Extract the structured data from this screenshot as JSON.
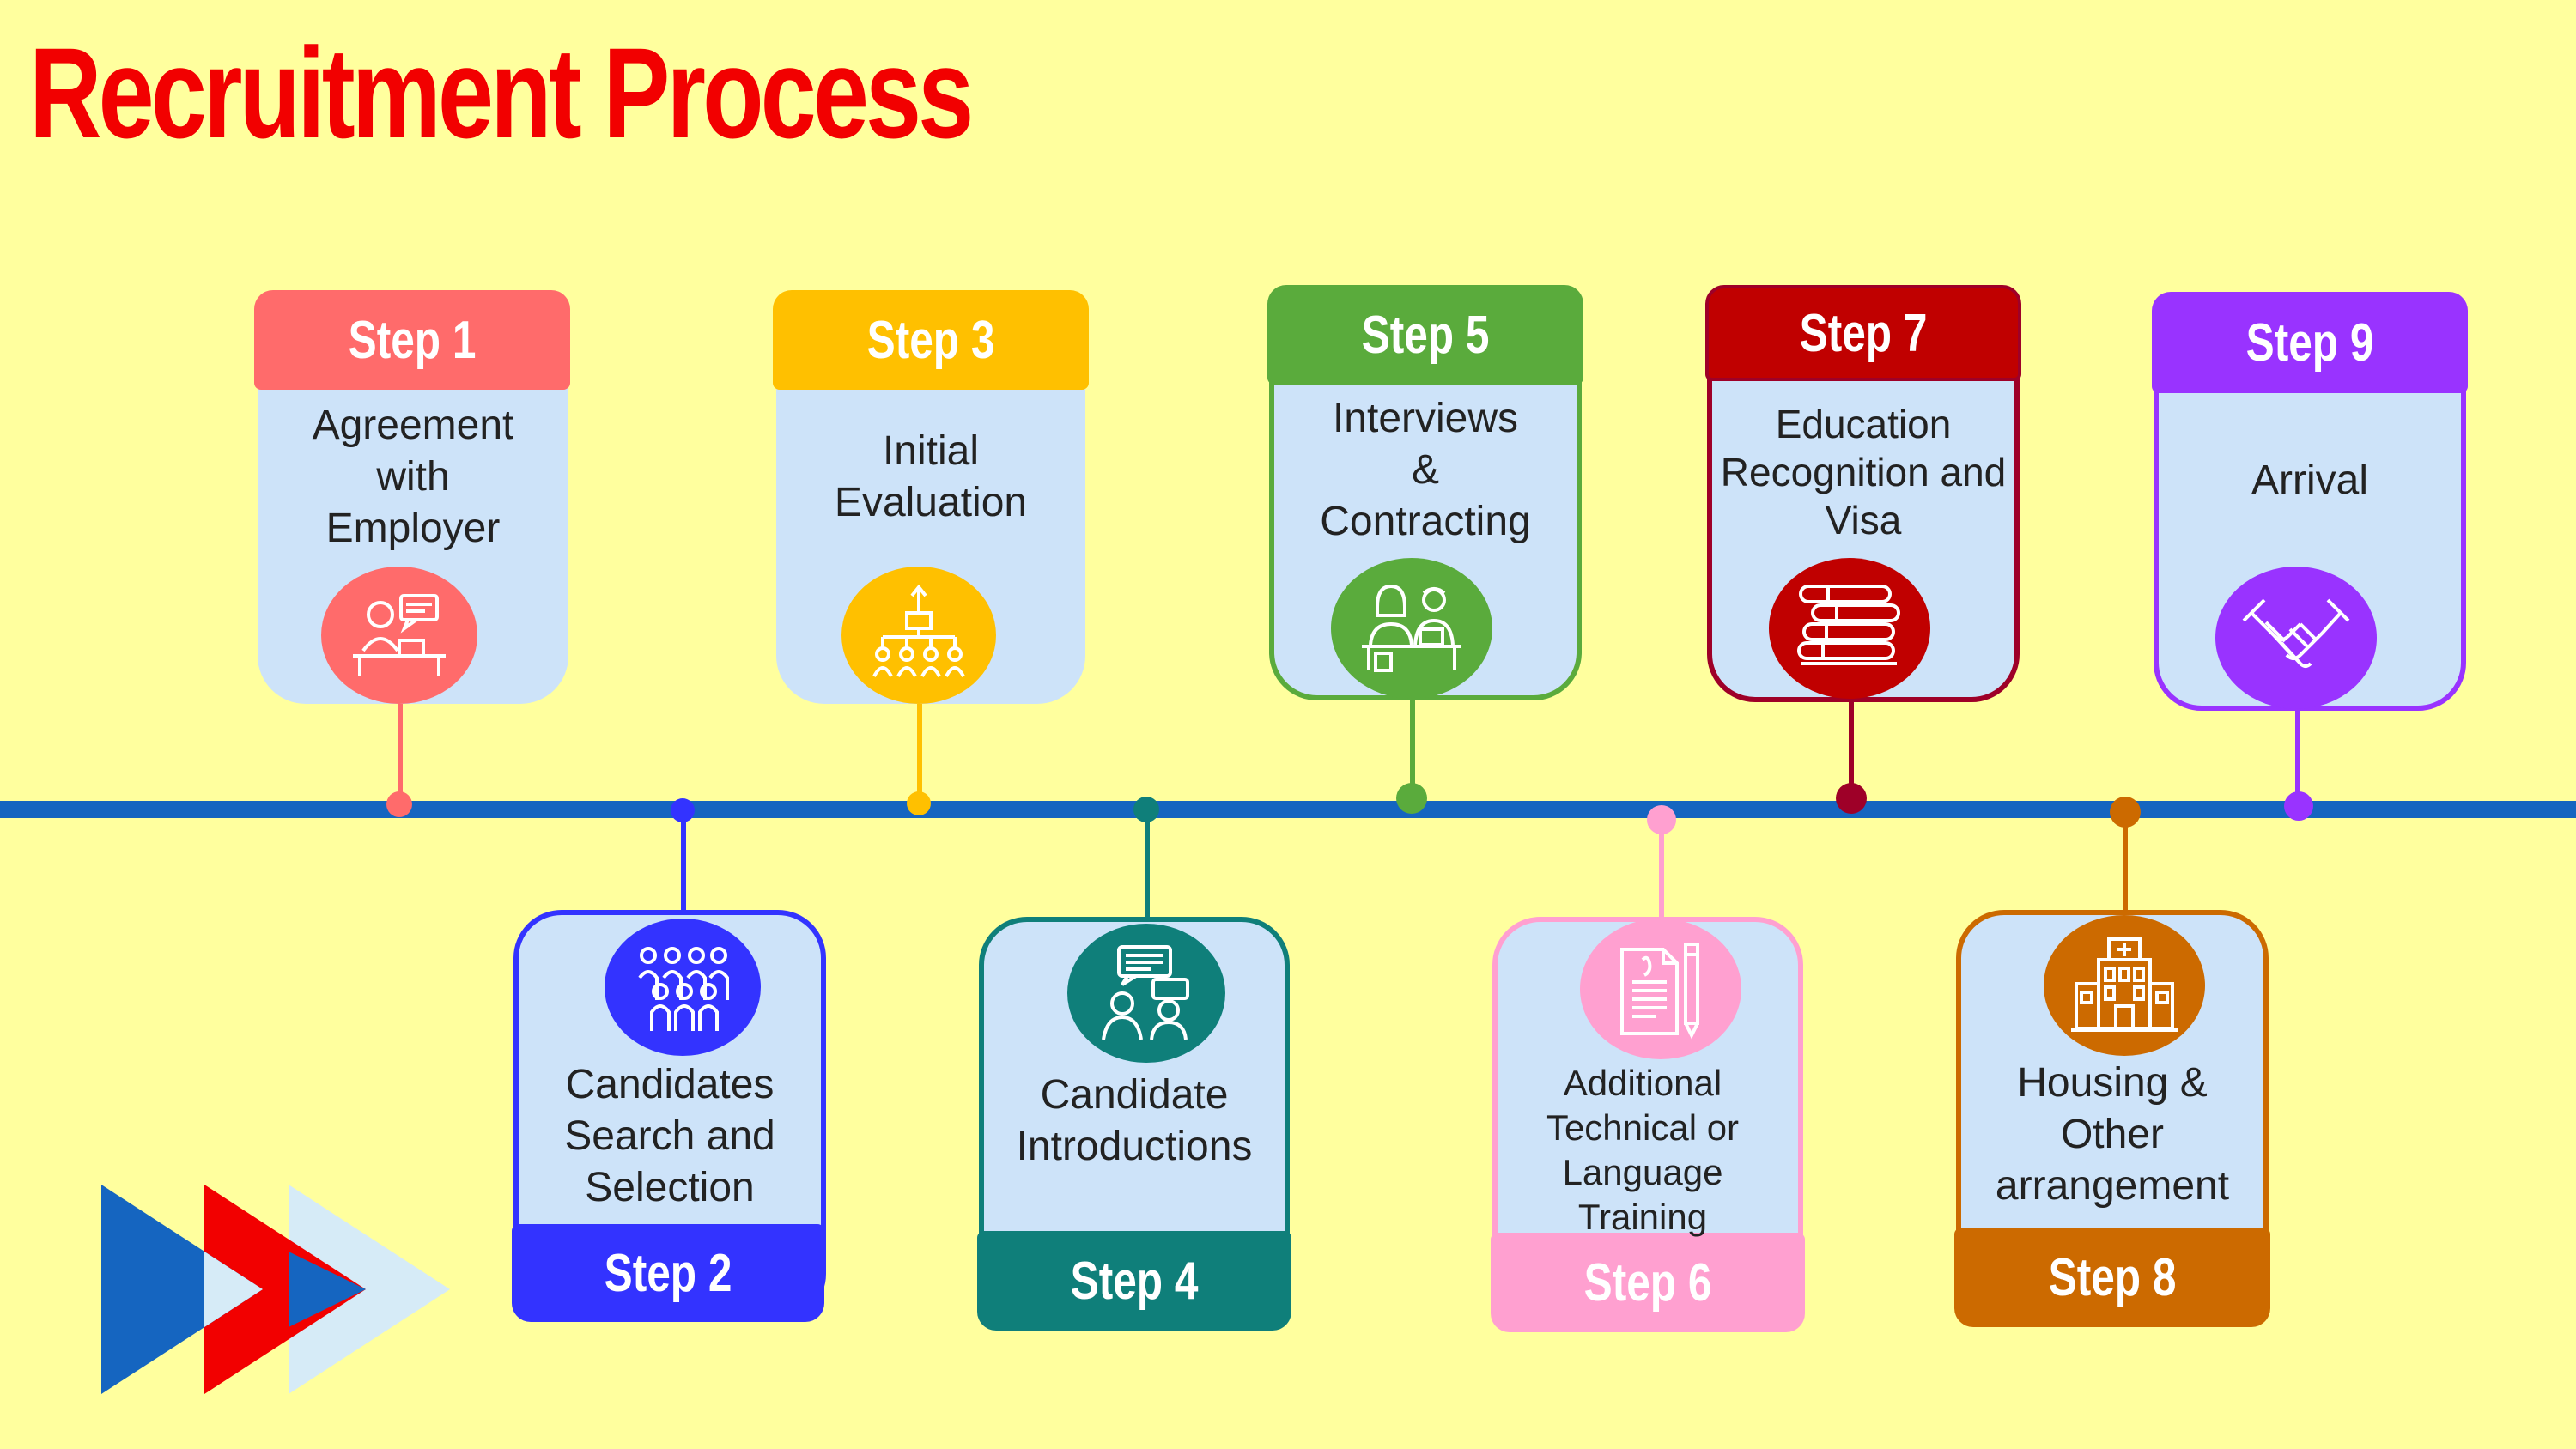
{
  "title": "Recruitment Process",
  "colors": {
    "background": "#ffff9e",
    "title": "#f20000",
    "timeline": "#1565c0",
    "card_fill": "#cde3f9"
  },
  "steps": [
    {
      "label": "Step 1",
      "text": "Agreement\nwith\nEmployer",
      "color": "#ff6b6b",
      "icon": "employer-desk-icon"
    },
    {
      "label": "Step 2",
      "text": "Candidates\nSearch and\nSelection",
      "color": "#3333ff",
      "icon": "candidates-group-icon"
    },
    {
      "label": "Step 3",
      "text": "Initial\nEvaluation",
      "color": "#ffc000",
      "icon": "hierarchy-evaluation-icon"
    },
    {
      "label": "Step 4",
      "text": "Candidate\nIntroductions",
      "color": "#0f7f7a",
      "icon": "conversation-people-icon"
    },
    {
      "label": "Step 5",
      "text": "Interviews\n&\nContracting",
      "color": "#5aab3c",
      "icon": "interview-table-icon"
    },
    {
      "label": "Step 6",
      "text": "Additional\nTechnical or\nLanguage\nTraining",
      "color": "#ffa0d0",
      "icon": "document-pencil-icon"
    },
    {
      "label": "Step 7",
      "text": "Education\nRecognition and\nVisa",
      "color": "#c00000",
      "icon": "books-stack-icon"
    },
    {
      "label": "Step 8",
      "text": "Housing &\nOther\narrangement",
      "color": "#cc6a00",
      "icon": "building-icon"
    },
    {
      "label": "Step 9",
      "text": "Arrival",
      "color": "#9933ff",
      "icon": "handshake-icon"
    }
  ],
  "logo": {
    "icon": "forward-arrows-logo",
    "colors": [
      "#1565c0",
      "#f20000",
      "#d6ebf7"
    ]
  }
}
